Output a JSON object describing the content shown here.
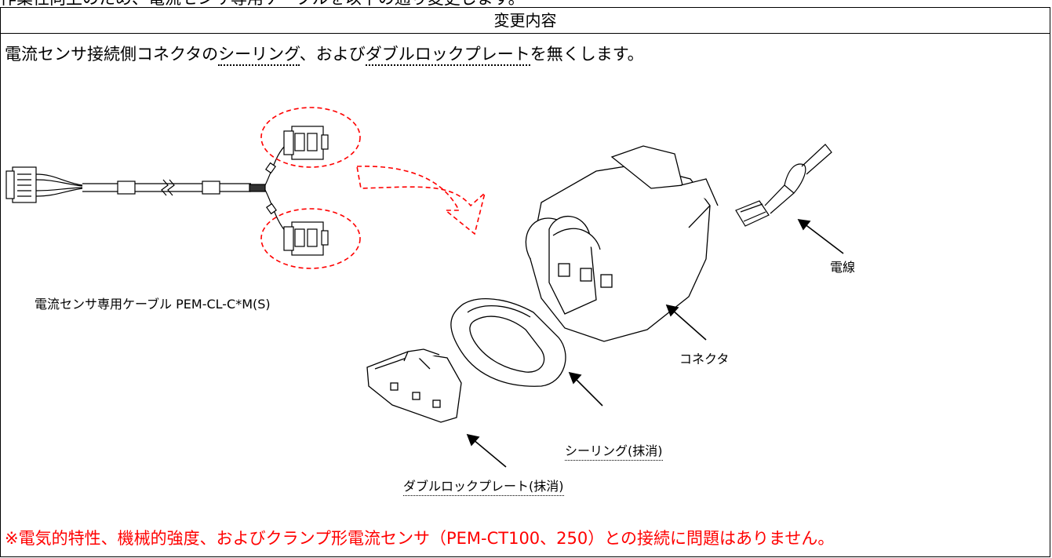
{
  "page": {
    "top_partial_line": "作業性向上のため、電流センサ専用ケーブルを以下の通り変更します。",
    "header": "変更内容",
    "lead": {
      "part1": "電流センサ接続側コネクタの",
      "term1": "シーリング",
      "part2": "、および",
      "term2": "ダブルロックプレート",
      "part3": "を無くします。"
    },
    "labels": {
      "cable": "電流センサ専用ケーブル PEM-CL-C*M(S)",
      "wire": "電線",
      "connector": "コネクタ",
      "sealing": "シーリング(抹消)",
      "double_lock": "ダブルロックプレート(抹消)"
    },
    "note": "※電気的特性、機械的強度、およびクランプ形電流センサ（PEM-CT100、250）との接続に問題はありません。"
  },
  "colors": {
    "highlight_red": "#ff0000",
    "line": "#000000"
  }
}
